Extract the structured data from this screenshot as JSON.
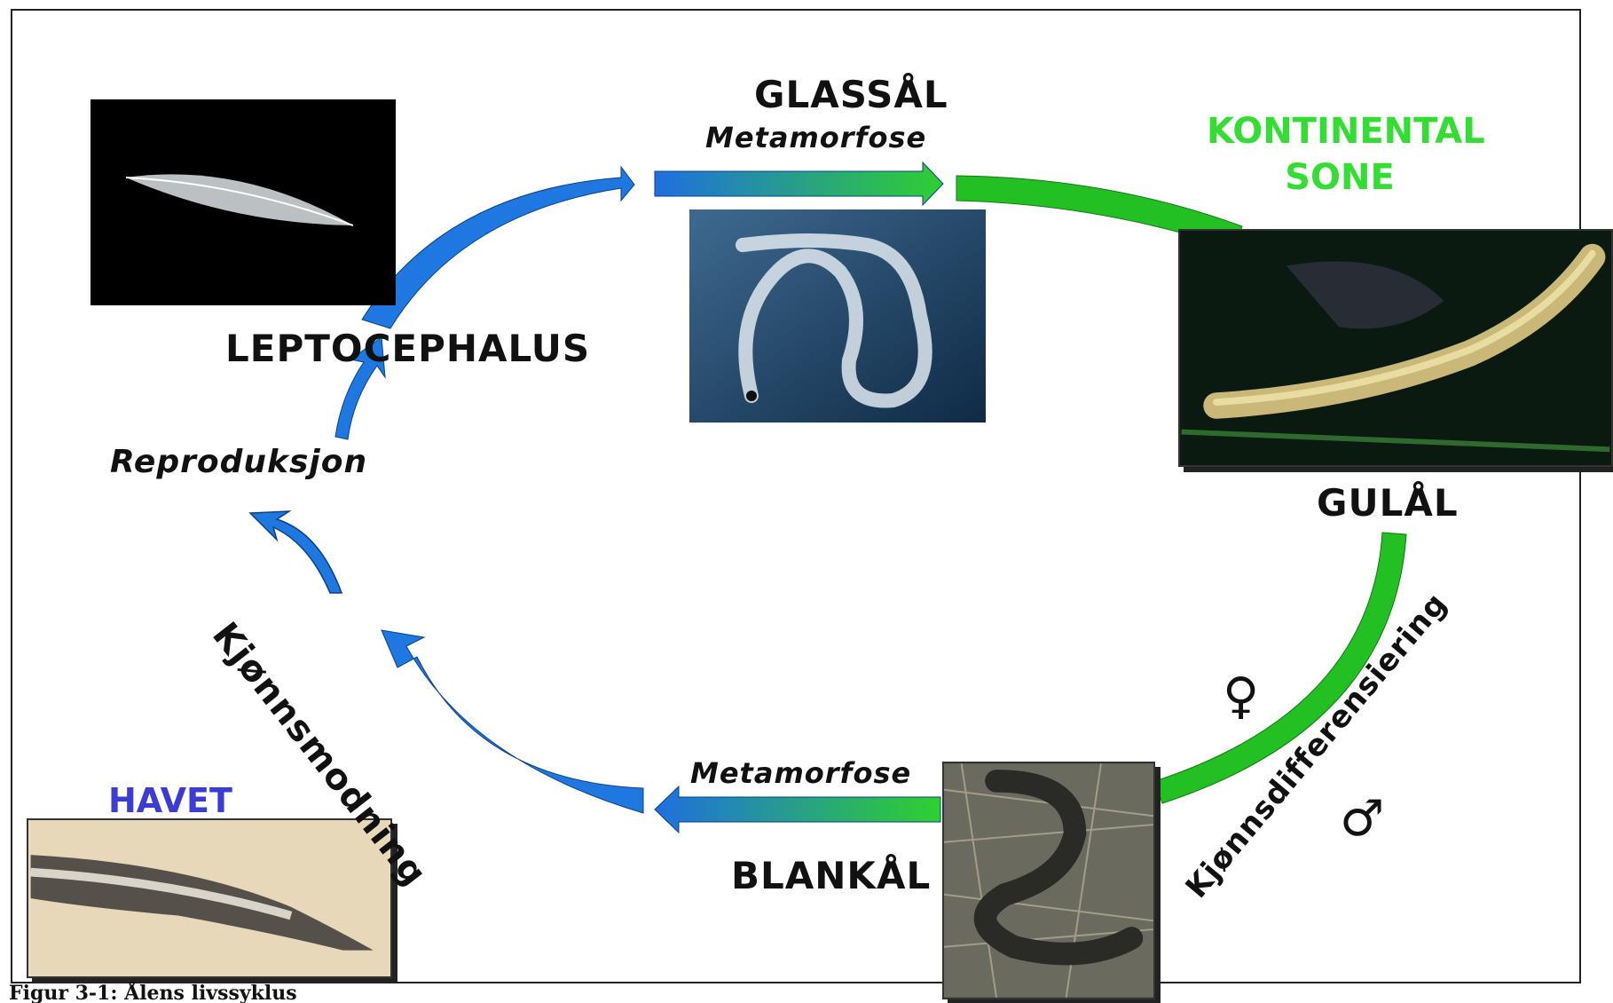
{
  "labels": {
    "leptocephalus": "LEPTOCEPHALUS",
    "glassal": "GLASSÅL",
    "metamorfose_top": "Metamorfose",
    "kontinental_line1": "KONTINENTAL",
    "kontinental_line2": "SONE",
    "gulal": "GULÅL",
    "reproduksjon": "Reproduksjon",
    "kjonnsmodning": "Kjønnsmodning",
    "metamorfose_bottom": "Metamorfose",
    "blankal": "BLANKÅL",
    "kjonnsdifferensiering": "Kjønnsdifferensiering",
    "female_symbol": "♀",
    "male_symbol": "♂",
    "havet": "HAVET"
  },
  "caption": "Figur 3-1: Ålens livssyklus",
  "colors": {
    "ocean_arrow": "#1f78e0",
    "continent_arrow": "#22c022",
    "kontinental_text": "#33dd33",
    "havet_text": "#3b3bd6"
  },
  "photos": {
    "leptocephalus": "leptocephalus-larva-photo",
    "glassal": "glass-eel-photo",
    "gulal": "yellow-eel-photo",
    "blankal": "silver-eel-photo",
    "havet": "sea-eel-photo"
  }
}
